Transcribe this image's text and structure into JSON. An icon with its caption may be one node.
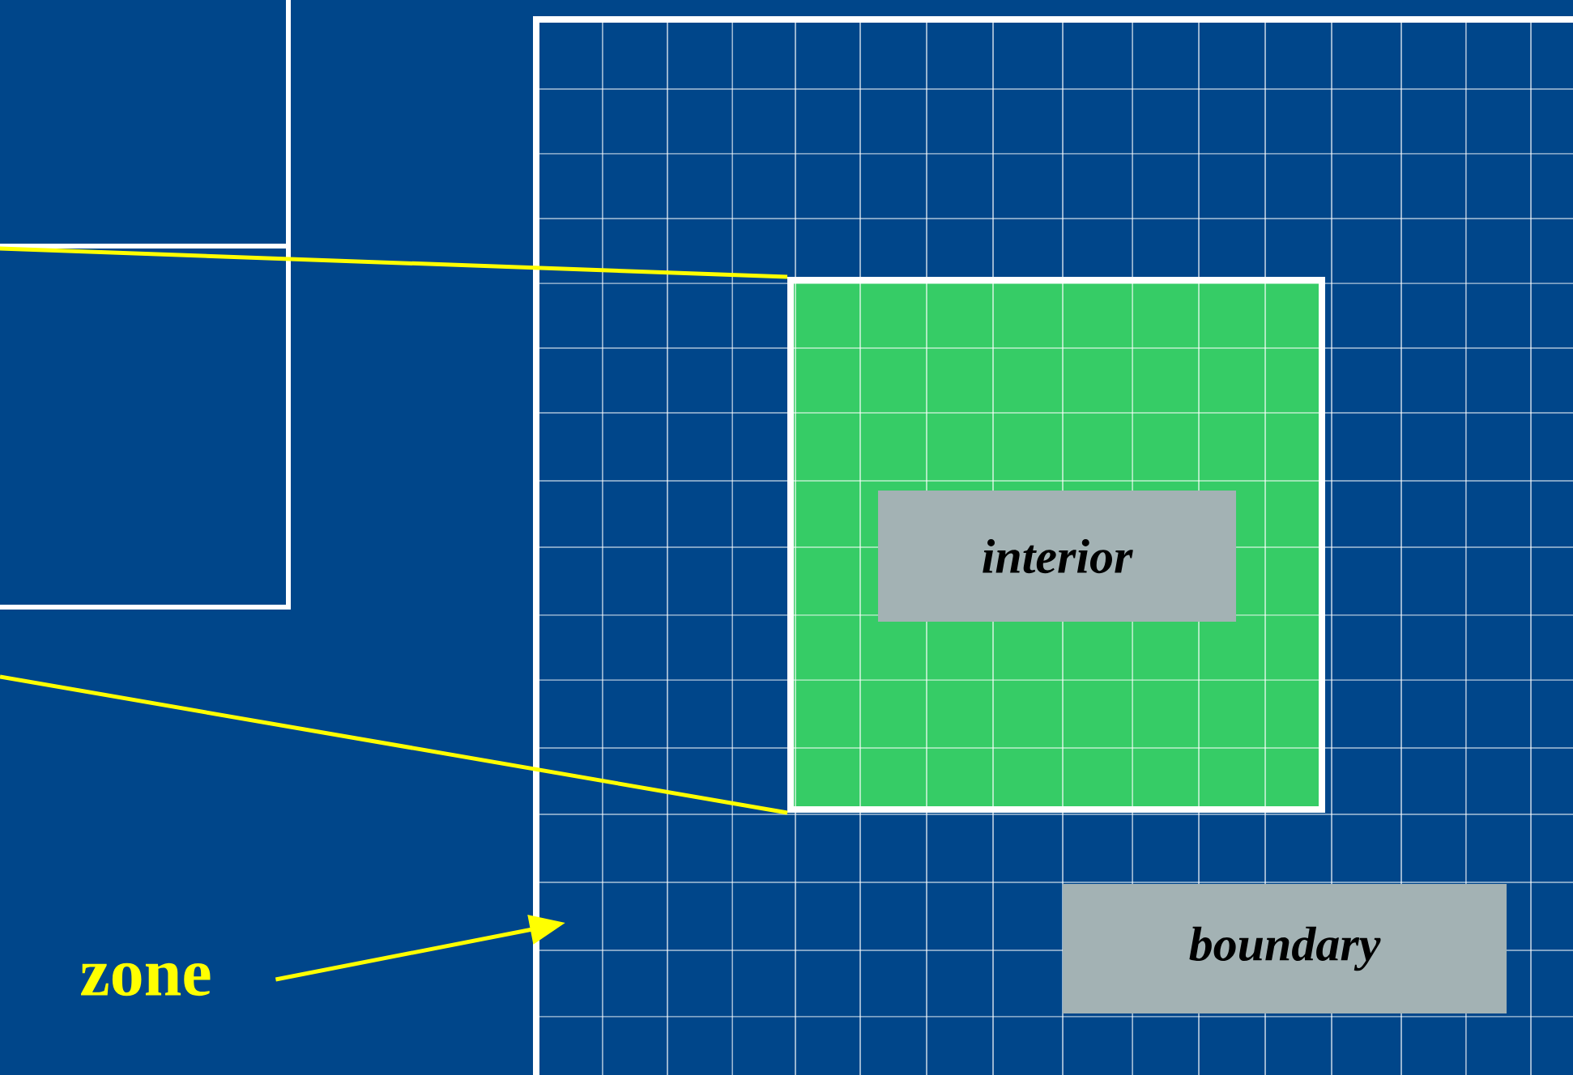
{
  "diagram": {
    "nodes": [
      {
        "text": [],
        "shape": "box"
      },
      {
        "text": [],
        "shape": "box"
      },
      {
        "text": [],
        "shape": "box"
      },
      {
        "text": [],
        "shape": "box",
        "in": 2
      },
      {
        "text": [
          "interior"
        ],
        "in": 3
      },
      {
        "text": [
          "boundary"
        ],
        "in": 2
      },
      {
        "text": [
          "zone"
        ]
      }
    ],
    "edges": [
      {
        "from": 1,
        "to": 3,
        "arrow": "none"
      },
      {
        "from": null,
        "to": 3,
        "arrow": "none"
      },
      {
        "from": 6,
        "to": 2,
        "arrow": "to"
      }
    ]
  }
}
